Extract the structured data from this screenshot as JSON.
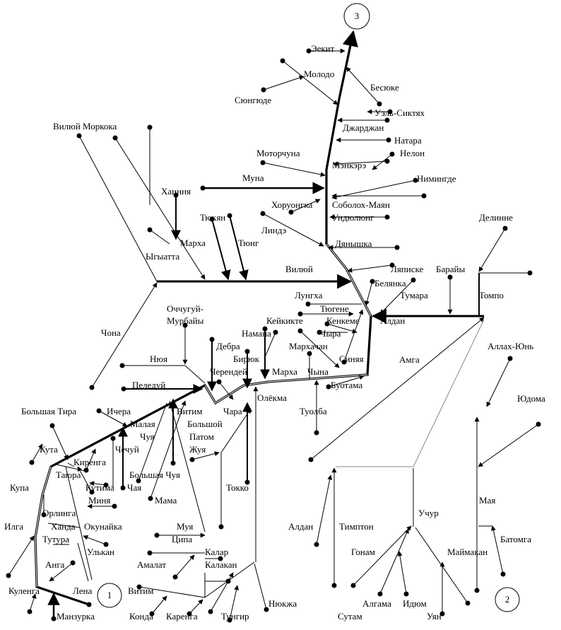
{
  "corners": [
    "1",
    "2",
    "3"
  ],
  "labels": {
    "dzhardzhan": "Джарджан",
    "natara": "Натара",
    "nelon": "Нелон",
    "menkere": "Мэнкэрэ",
    "nimingde": "Нимингде",
    "soboloh": "Соболох-Маян",
    "undyulyung": "Ундюлюнг",
    "dyanyshka": "Дянышка",
    "khoruongka": "Хоруонгка",
    "lindeh": "Линдэ",
    "muna": "Муна",
    "motorchuna": "Моторчуна",
    "syungyude": "Сюнгюде",
    "molodo": "Молодо",
    "eekit": "Эекит",
    "besyuke": "Бесюке",
    "uel_siktyakh": "Уэль-Сиктях",
    "vilyuy_morkoka": "Вилюй Моркока",
    "khannya": "Ханння",
    "tyukyan": "Тюкян",
    "tyung": "Тюнг",
    "markha_top": "Марха",
    "ygyatta": "Ыгыатта",
    "vilyuy": "Вилюй",
    "chona": "Чона",
    "lyapiske": "Ляписке",
    "baraiy": "Барайы",
    "delinne": "Делинне",
    "tompo": "Томпо",
    "belyanka": "Белянка",
    "tumara": "Тумара",
    "aldan_top": "Алдан",
    "lungkha": "Лунгха",
    "tyugene": "Тюгене",
    "kenkeme": "Кенкеме",
    "keiykte": "Кейкикте",
    "namana": "Намана",
    "chyra": "Чыра",
    "markhachan": "Мархачан",
    "sinyaya": "Синяя",
    "buotama": "Буотама",
    "amga": "Амга",
    "allakh_yun": "Аллах-Юнь",
    "yudoma": "Юдома",
    "ochchuguy": "Оччугуй-",
    "murbaiy": "Мурбайы",
    "debra": "Дебра",
    "biryuk": "Бирюк",
    "nyuya": "Нюя",
    "cherendey": "Черендей",
    "markha": "Марха",
    "chyna": "Чына",
    "peleduy": "Пеледуй",
    "olyokma": "Олёкма",
    "tuolba": "Туолба",
    "vitim_top": "Витим",
    "chara": "Чара",
    "bolshoy": "Большой",
    "patom": "Патом",
    "bolshaya_tira": "Большая Тира",
    "ichera": "Ичера",
    "malaya": "Малая",
    "chuya": "Чуя",
    "chechuy": "Чечуй",
    "zhuya": "Жуя",
    "kuta": "Кута",
    "kirenga": "Киренга",
    "taiura": "Таюра",
    "kupa": "Купа",
    "kutima": "Кутима",
    "chaya": "Чая",
    "bolshaya_chuya": "Большая Чуя",
    "tokko": "Токко",
    "orlinga": "Орлинга",
    "minya": "Миня",
    "mama": "Мама",
    "ilga": "Илга",
    "khanda": "Ханда",
    "okunayka": "Окунайка",
    "tutura": "Тутура",
    "ulkan": "Улькан",
    "muya": "Муя",
    "tsipa": "Ципа",
    "amalat": "Амалат",
    "kalar": "Калар",
    "kalakan": "Калакан",
    "anga": "Анга",
    "vitim": "Витим",
    "kulenga": "Куленга",
    "lena": "Лена",
    "manzurka": "Манзурка",
    "konda": "Конда",
    "karenga": "Каренга",
    "tungir": "Тунгир",
    "nyukzha": "Нюкжа",
    "aldan_bottom": "Алдан",
    "timpton": "Тимптон",
    "uchur": "Учур",
    "gonam": "Гонам",
    "algama": "Алгама",
    "idyum": "Идюм",
    "sutam": "Сутам",
    "uyan": "Уян",
    "maimakan": "Маймакан",
    "maya": "Мая",
    "batomga": "Батомга"
  }
}
